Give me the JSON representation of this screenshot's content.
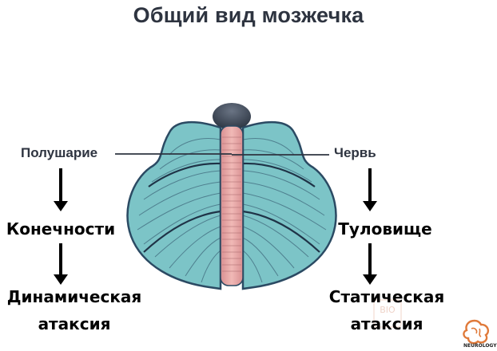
{
  "title": "Общий вид мозжечка",
  "left": {
    "part": "Полушарие",
    "body_region": "Конечности",
    "ataxia_line1": "Динамическая",
    "ataxia_line2": "атаксия"
  },
  "right": {
    "part": "Червь",
    "body_region": "Туловище",
    "ataxia_line1": "Статическая",
    "ataxia_line2": "атаксия"
  },
  "watermark": "BIO",
  "logo_text": "NEUROLOGY",
  "colors": {
    "hemisphere_fill": "#7cc4c7",
    "hemisphere_stroke": "#2b4a63",
    "vermis_fill": "#e8a7a7",
    "brainstem_fill": "#3c4756",
    "logo_accent": "#e07a3a"
  }
}
